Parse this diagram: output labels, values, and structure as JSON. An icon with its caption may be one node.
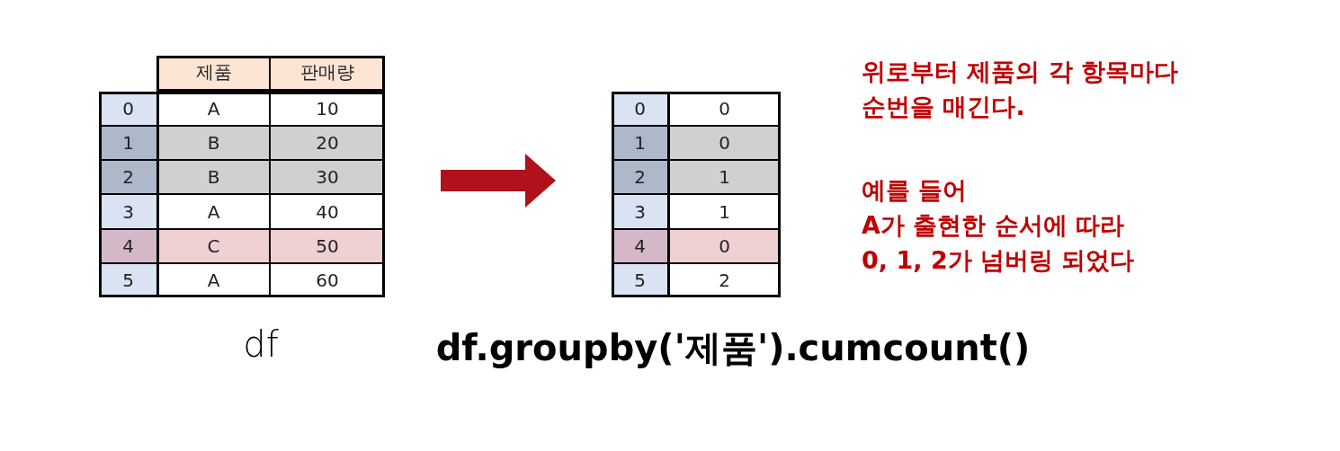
{
  "diagram": {
    "nodes": [
      {
        "text": [],
        "shape": "box",
        "beside": [
          "df"
        ]
      },
      {
        "text": [],
        "shape": "box",
        "beside": [
          "df.groupby('제품').cumcount()"
        ]
      }
    ],
    "edges": [
      {
        "from": 0,
        "to": 1,
        "arrow": "to",
        "color": "#b0121b"
      }
    ],
    "labels": [
      "제품",
      "판매량",
      "0",
      "A",
      "10",
      "1",
      "B",
      "20",
      "2",
      "B",
      "30",
      "3",
      "A",
      "40",
      "4",
      "C",
      "50",
      "5",
      "A",
      "60",
      "0",
      "0",
      "1",
      "0",
      "2",
      "1",
      "3",
      "1",
      "4",
      "0",
      "5",
      "2",
      "위로부터 제품의 각 항목마다 순번을 매긴다.",
      "예를 들어",
      "A가 출현한 순서에 따라 0, 1, 2가 넘버링 되었다"
    ]
  }
}
